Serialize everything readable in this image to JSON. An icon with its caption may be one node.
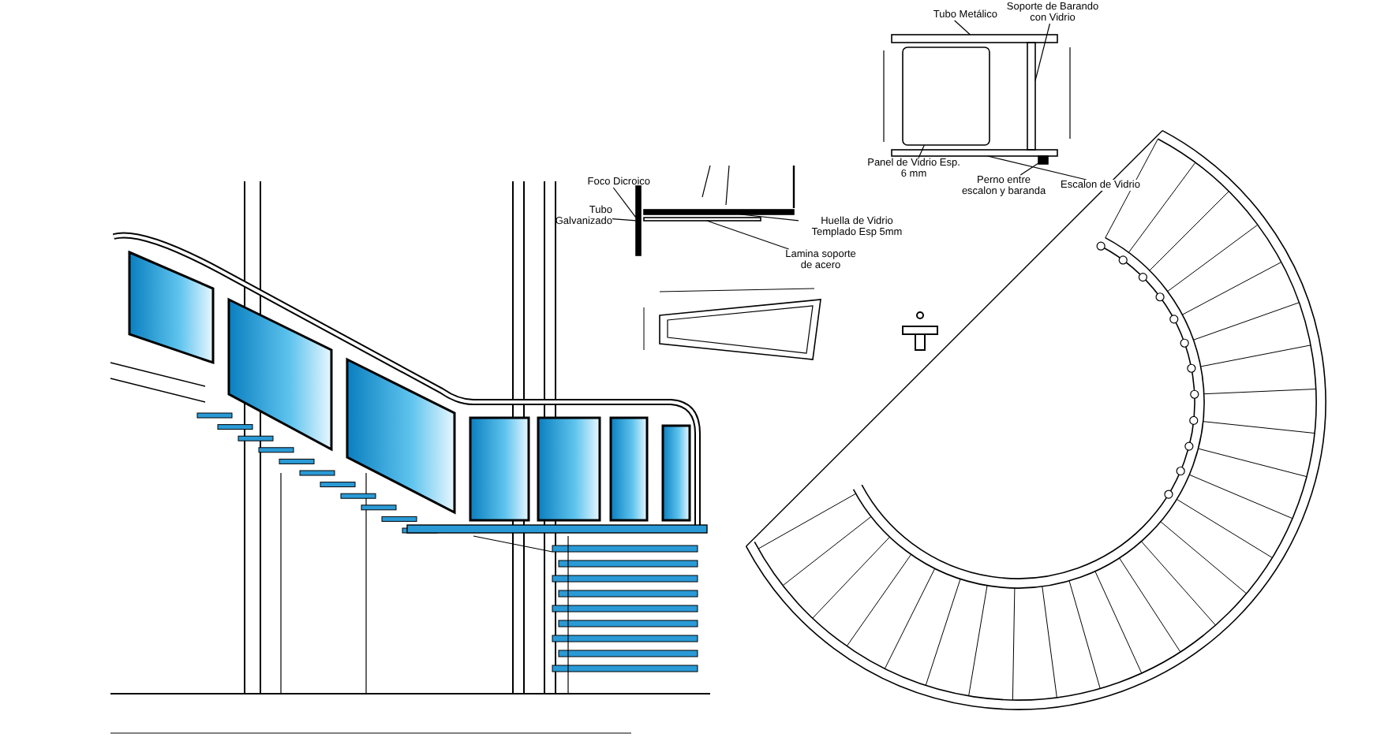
{
  "diagram": {
    "nodes": [
      {
        "text": [
          "Tubo Metálico"
        ]
      },
      {
        "text": [
          "Soporte de Barando con Vidrio"
        ]
      },
      {
        "text": [
          "Panel de Vidrio Esp. 6 mm"
        ]
      },
      {
        "text": [
          "Perno entre escalon y baranda"
        ]
      },
      {
        "text": [
          "Escalon de Vidrio"
        ]
      },
      {
        "text": [
          "Foco Dicroico"
        ]
      },
      {
        "text": [
          "Tubo Galvanizado"
        ]
      },
      {
        "text": [
          "Huella de Vidrio Templado Esp 5mm"
        ]
      },
      {
        "text": [
          "Lamina soporte de acero"
        ]
      },
      {
        "text": [],
        "shape": "bar"
      },
      {
        "text": [],
        "shape": "bar"
      },
      {
        "text": [],
        "shape": "box"
      },
      {
        "text": [],
        "shape": "bar"
      },
      {
        "text": [],
        "shape": "bar"
      },
      {
        "text": [],
        "shape": "bar"
      },
      {
        "text": [],
        "shape": "bar"
      },
      {
        "text": [],
        "shape": "bar"
      }
    ],
    "edges": [
      {
        "from": 0,
        "to": 9,
        "arrow": "none"
      },
      {
        "from": 1,
        "to": 10,
        "arrow": "none"
      },
      {
        "from": 2,
        "to": 11,
        "arrow": "none"
      },
      {
        "from": 3,
        "to": 12,
        "arrow": "none"
      },
      {
        "from": 4,
        "to": 13,
        "arrow": "none"
      },
      {
        "from": 5,
        "to": 14,
        "arrow": "none"
      },
      {
        "from": 6,
        "to": 14,
        "arrow": "none"
      },
      {
        "from": 7,
        "to": 15,
        "arrow": "none"
      },
      {
        "from": 8,
        "to": 16,
        "arrow": "none"
      }
    ]
  }
}
